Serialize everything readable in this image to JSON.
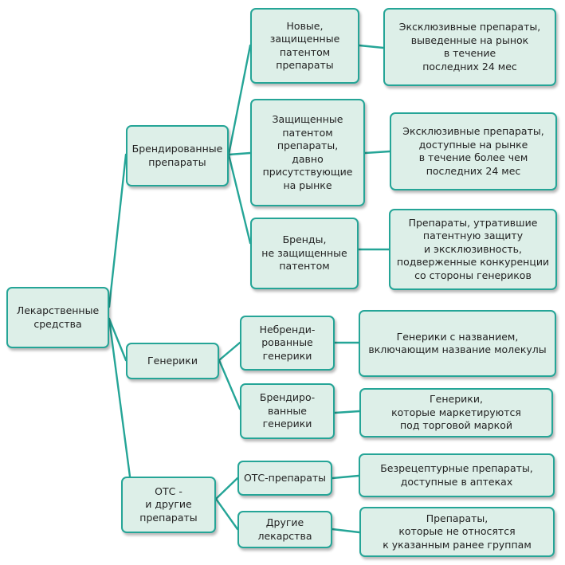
{
  "colors": {
    "box_fill": "#ddefe8",
    "box_border": "#25a597",
    "connector": "#25a597",
    "text": "#222222"
  },
  "root": {
    "label": "Лекарственные\nсредства"
  },
  "categories": [
    {
      "label": "Брендированные\nпрепараты",
      "children": [
        {
          "label": "Новые,\nзащищенные\nпатентом\nпрепараты",
          "description": "Эксклюзивные препараты,\nвыведенные на рынок\nв течение\nпоследних 24 мес"
        },
        {
          "label": "Защищенные\nпатентом\nпрепараты,\nдавно\nприсутствующие\nна рынке",
          "description": "Эксклюзивные препараты,\nдоступные на рынке\nв течение более чем\nпоследних 24 мес"
        },
        {
          "label": "Бренды,\nне защищенные\nпатентом",
          "description": "Препараты, утратившие\nпатентную защиту\nи эксклюзивность,\nподверженные конкуренции\nсо стороны генериков"
        }
      ]
    },
    {
      "label": "Генерики",
      "children": [
        {
          "label": "Небренди-\nрованные\nгенерики",
          "description": "Генерики с названием,\nвключающим название молекулы"
        },
        {
          "label": "Брендиро-\nванные\nгенерики",
          "description": "Генерики,\nкоторые  маркетируются\nпод торговой маркой"
        }
      ]
    },
    {
      "label": "ОТС -\nи другие\nпрепараты",
      "children": [
        {
          "label": "ОТС-препараты",
          "description": "Безрецептурные препараты,\nдоступные в аптеках"
        },
        {
          "label": "Другие\nлекарства",
          "description": "Препараты,\nкоторые не относятся\nк указанным ранее группам"
        }
      ]
    }
  ]
}
